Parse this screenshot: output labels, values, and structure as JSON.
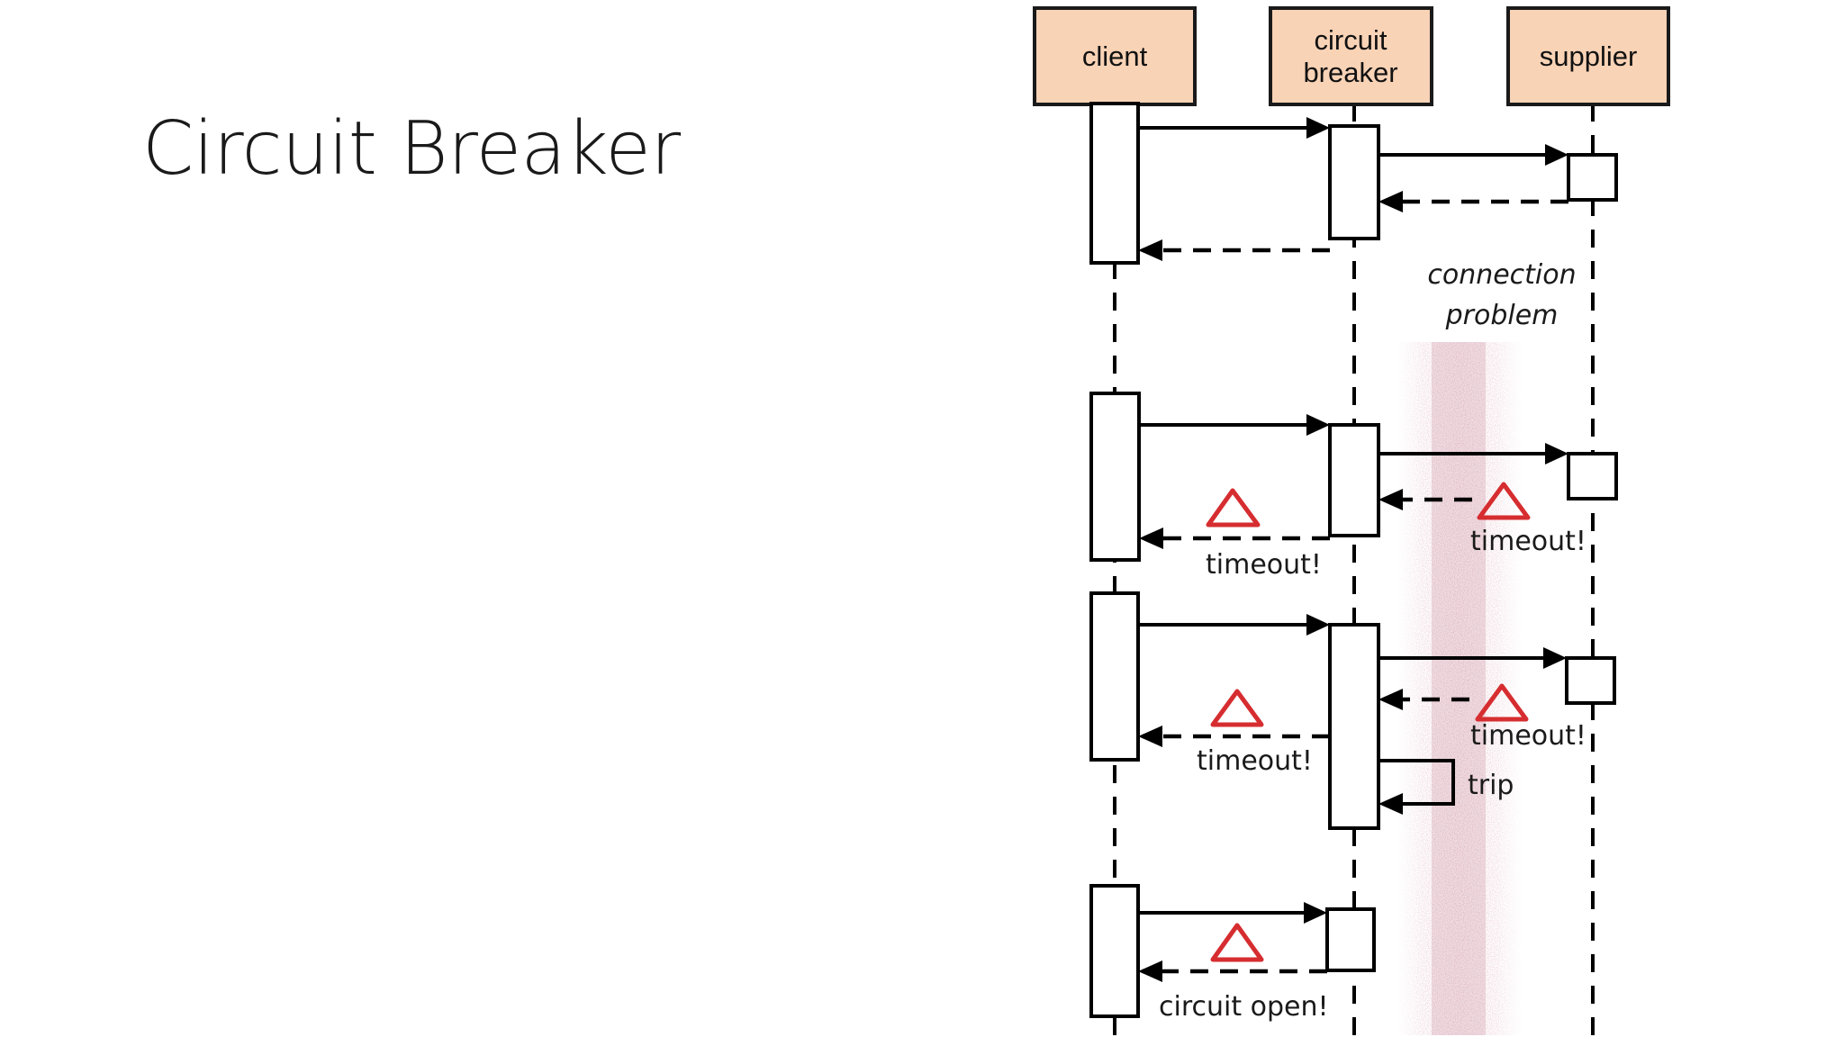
{
  "slide": {
    "title": "Circuit Breaker"
  },
  "diagram": {
    "participants": [
      {
        "id": "client",
        "lines": [
          "client"
        ]
      },
      {
        "id": "circuit-breaker",
        "lines": [
          "circuit",
          "breaker"
        ]
      },
      {
        "id": "supplier",
        "lines": [
          "supplier"
        ]
      }
    ],
    "annotation_lines": [
      "connection",
      "problem"
    ],
    "labels": {
      "timeout_1_cb": "timeout!",
      "timeout_1_client": "timeout!",
      "timeout_2_cb": "timeout!",
      "timeout_2_client": "timeout!",
      "trip": "trip",
      "circuit_open": "circuit open!"
    },
    "colors": {
      "participant_fill": "#f9d3b6",
      "warning": "#d62d30",
      "problem_zone": "#c98a9c"
    },
    "icons": [
      "warning-triangle-icon"
    ]
  }
}
